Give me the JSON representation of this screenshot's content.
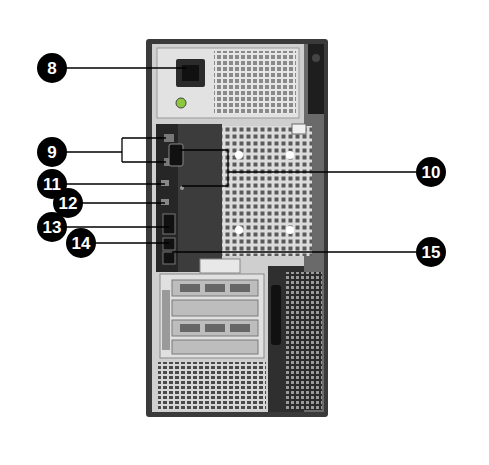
{
  "diagram": {
    "labels": [
      "8",
      "9",
      "10",
      "11",
      "12",
      "13",
      "14",
      "15"
    ]
  }
}
